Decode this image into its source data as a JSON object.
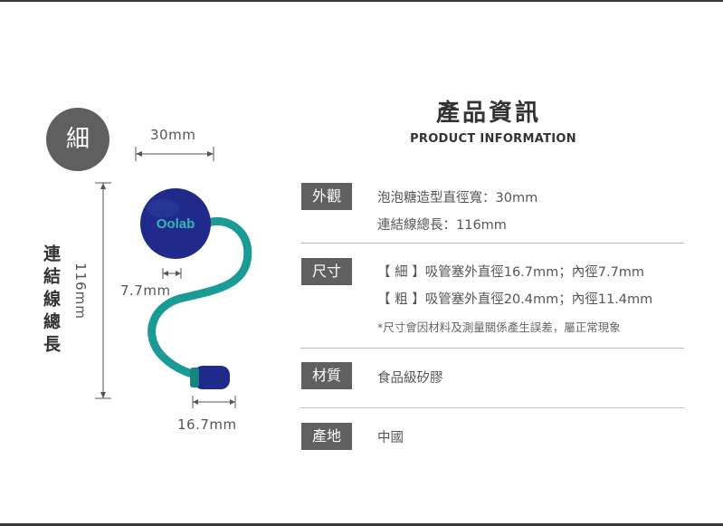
{
  "product_label": {
    "badge": "細",
    "width_dim": "30mm",
    "length_cn": "連結線總長",
    "length_dim": "116mm",
    "inner_dim": "7.7mm",
    "outer_dim": "16.7mm",
    "logo_text": "Oolab"
  },
  "info": {
    "title": "產品資訊",
    "subtitle": "PRODUCT INFORMATION",
    "rows": [
      {
        "label": "外觀",
        "lines": [
          "泡泡糖造型直徑寬：30mm",
          "連結線總長：116mm"
        ]
      },
      {
        "label": "尺寸",
        "lines": [
          "【 細 】吸管塞外直徑16.7mm；內徑7.7mm",
          "【 粗 】吸管塞外直徑20.4mm；內徑11.4mm"
        ],
        "note": "*尺寸會因材料及測量關係產生誤差，屬正常現象"
      },
      {
        "label": "材質",
        "lines": [
          "食品級矽膠"
        ]
      },
      {
        "label": "產地",
        "lines": [
          "中國"
        ]
      }
    ]
  },
  "colors": {
    "ball": "#1f2a8a",
    "cord": "#1a9b96",
    "badge": "#5f5f5f",
    "label_bg": "#606060"
  }
}
